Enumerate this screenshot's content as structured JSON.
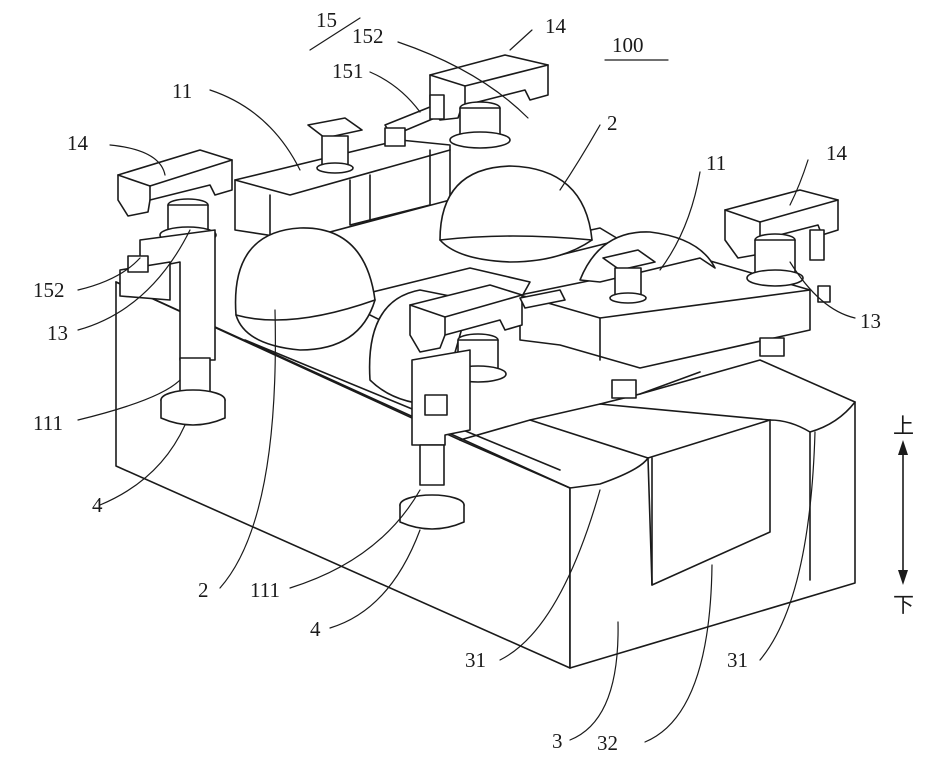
{
  "figure": {
    "reference_numeral": "100",
    "direction_up": "上",
    "direction_down": "下"
  },
  "labels": {
    "l15": "15",
    "l152_top": "152",
    "l14_top": "14",
    "l11_left": "11",
    "l151": "151",
    "l2_top": "2",
    "l14_left": "14",
    "l11_right": "11",
    "l14_right": "14",
    "l152_left": "152",
    "l13_left": "13",
    "l13_right": "13",
    "l111_left": "111",
    "l4_left": "4",
    "l2_bottom": "2",
    "l111_mid": "111",
    "l4_mid": "4",
    "l31_mid": "31",
    "l31_right": "31",
    "l3": "3",
    "l32": "32"
  }
}
